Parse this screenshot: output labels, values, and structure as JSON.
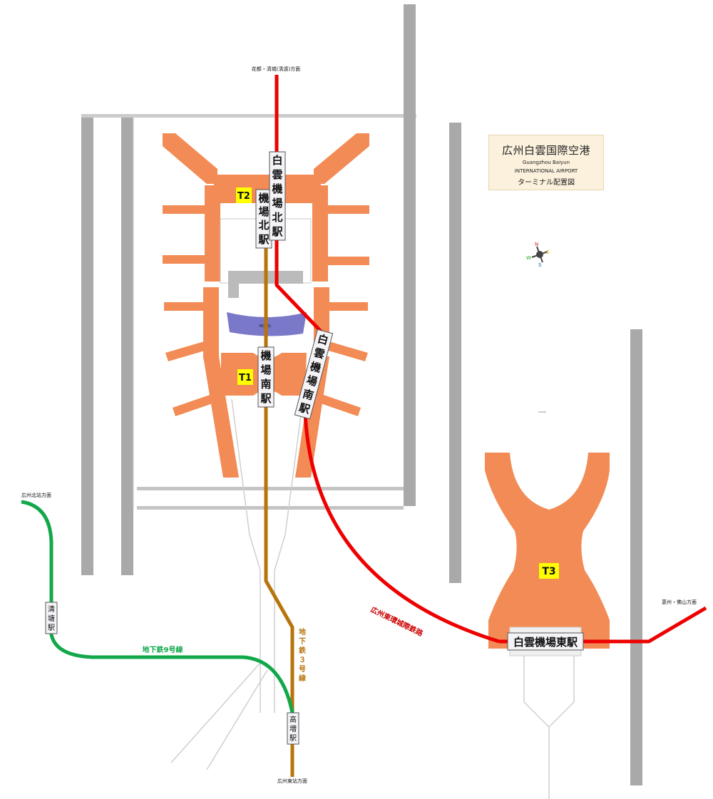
{
  "legend": {
    "title": "広州白雲国際空港",
    "subtitle_line1": "Guangzhou Baiyun",
    "subtitle_line2": "INTERNATIONAL AIRPORT",
    "subtitle_line3": "ターミナル配置図"
  },
  "compass": {
    "n": "N",
    "e": "E",
    "s": "S",
    "w": "W"
  },
  "terminals": {
    "t1": "T1",
    "t2": "T2",
    "t3": "T3"
  },
  "hotel": "HOTEL",
  "stations": {
    "north_t2_metro": [
      "機",
      "場",
      "北",
      "駅"
    ],
    "north_rail": [
      "白",
      "雲",
      "機",
      "場",
      "北",
      "駅"
    ],
    "south_metro": [
      "機",
      "場",
      "南",
      "駅"
    ],
    "south_rail": [
      "白",
      "雲",
      "機",
      "場",
      "南",
      "駅"
    ],
    "east": "白雲機場東駅",
    "qingtang": [
      "清",
      "塘",
      "駅"
    ],
    "gaozeng": [
      "高",
      "増",
      "駅"
    ]
  },
  "directions": {
    "north": "花都・清城(清遠)方面",
    "guangzhou_north": "広州北站方面",
    "huizhou": "恵州・佛山方面",
    "guangzhou_east": "広州東站方面"
  },
  "lines": {
    "line9": "地下鉄9号線",
    "line3": [
      "地",
      "下",
      "鉄",
      "３",
      "号",
      "線"
    ],
    "intercity": "広州東環城際鉄路"
  },
  "colors": {
    "terminal": "#f28b55",
    "runway": "#a9a9a9",
    "intercity": "#ee0000",
    "line3": "#b8730a",
    "line9": "#12a84a",
    "label_yellow": "#ffff00"
  }
}
